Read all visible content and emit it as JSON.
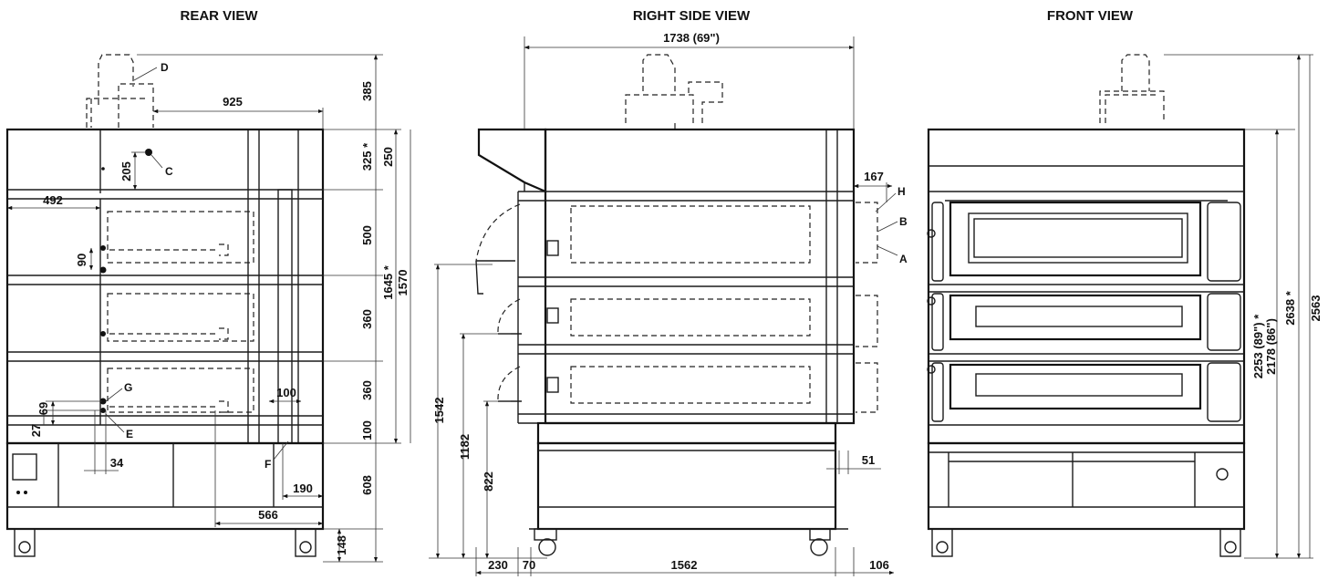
{
  "titles": {
    "rear": "REAR VIEW",
    "side": "RIGHT SIDE VIEW",
    "front": "FRONT VIEW"
  },
  "rear": {
    "d385": "385",
    "d925": "925",
    "d325": "325 *",
    "d250": "250",
    "d205": "205",
    "d492": "492",
    "d500": "500",
    "d1645": "1645 *",
    "d1570": "1570",
    "d90": "90",
    "d360a": "360",
    "d360b": "360",
    "d100": "100",
    "d100b": "100",
    "d69": "69",
    "d27": "27",
    "d34": "34",
    "d190": "190",
    "d566": "566",
    "d608": "608",
    "d148": "148",
    "lD": "D",
    "lC": "C",
    "lG": "G",
    "lE": "E",
    "lF": "F"
  },
  "side": {
    "d1738": "1738 (69\")",
    "d167": "167",
    "d1542": "1542",
    "d1182": "1182",
    "d822": "822",
    "d230": "230",
    "d70": "70",
    "d1562": "1562",
    "d106": "106",
    "d51": "51",
    "lH": "H",
    "lB": "B",
    "lA": "A"
  },
  "front": {
    "d2253": "2253 (89\") *",
    "d2178": "2178 (86\")",
    "d2638": "2638 *",
    "d2563": "2563"
  }
}
